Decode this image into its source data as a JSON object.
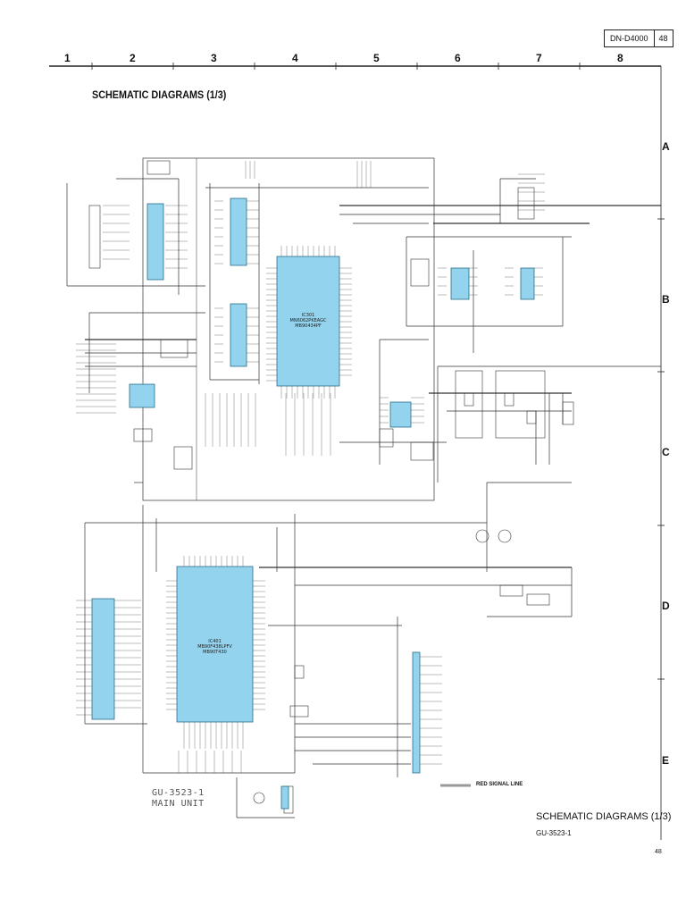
{
  "header": {
    "model": "DN-D4000",
    "page": "48"
  },
  "grid": {
    "columns": [
      "1",
      "2",
      "3",
      "4",
      "5",
      "6",
      "7",
      "8"
    ],
    "rows": [
      "A",
      "B",
      "C",
      "D",
      "E"
    ]
  },
  "title": "SCHEMATIC DIAGRAMS (1/3)",
  "board_label": {
    "line1": "GU-3523-1",
    "line2": "MAIN UNIT"
  },
  "legend": {
    "text": "RED SIGNAL LINE",
    "color": "#999999"
  },
  "footer": {
    "title": "SCHEMATIC DIAGRAMS (1/3)",
    "subtitle": "GU-3523-1",
    "page": "48"
  },
  "colors": {
    "ic_fill": "#93d3ee",
    "wire": "#333333",
    "ic_stroke": "#2a6f8a"
  }
}
